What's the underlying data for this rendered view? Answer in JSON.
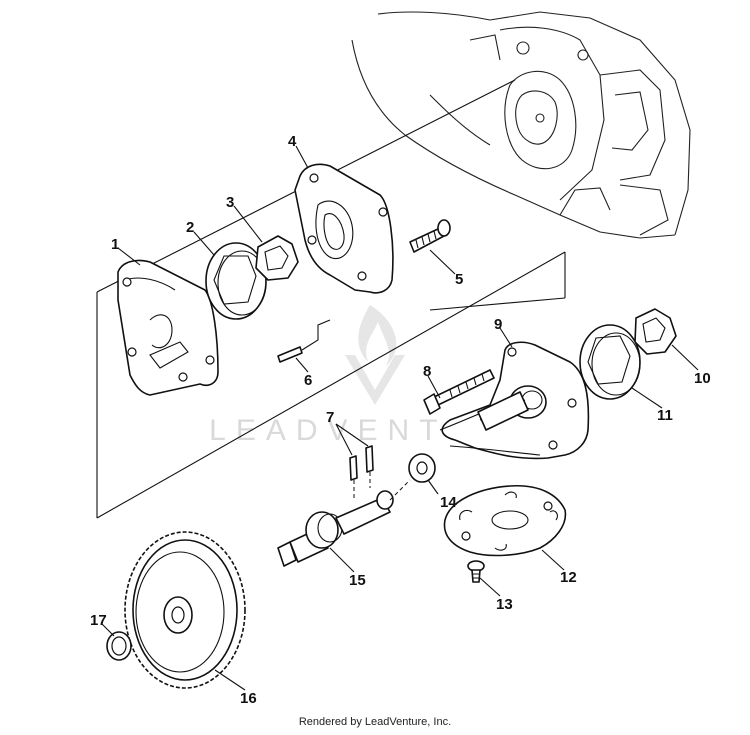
{
  "callouts": {
    "p1": "1",
    "p2": "2",
    "p3": "3",
    "p4": "4",
    "p5": "5",
    "p6": "6",
    "p7": "7",
    "p8": "8",
    "p9": "9",
    "p10": "10",
    "p11": "11",
    "p12": "12",
    "p13": "13",
    "p14": "14",
    "p15": "15",
    "p16": "16",
    "p17": "17"
  },
  "watermark": "LEADVENTURE",
  "footer": "Rendered by LeadVenture, Inc.",
  "colors": {
    "line": "#111111",
    "background": "#ffffff",
    "watermark": "#d9d9d9"
  }
}
